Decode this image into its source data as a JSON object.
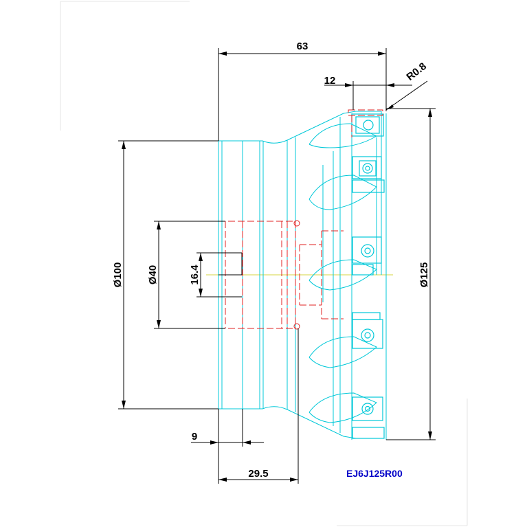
{
  "drawing": {
    "part_number": "EJ6J125R00",
    "dimensions": {
      "overall_length": "63",
      "insert_width": "12",
      "corner_radius": "R0.8",
      "body_diameter": "Ø100",
      "bore_diameter": "Ø40",
      "keyway_width": "16.4",
      "cutter_diameter": "Ø125",
      "keyway_depth": "9",
      "bore_depth": "29.5"
    },
    "colors": {
      "outline": "#00c8d8",
      "hidden": "#e02020",
      "dimension": "#000000",
      "part_number": "#0000c8",
      "frame": "#e6e6e6"
    }
  }
}
